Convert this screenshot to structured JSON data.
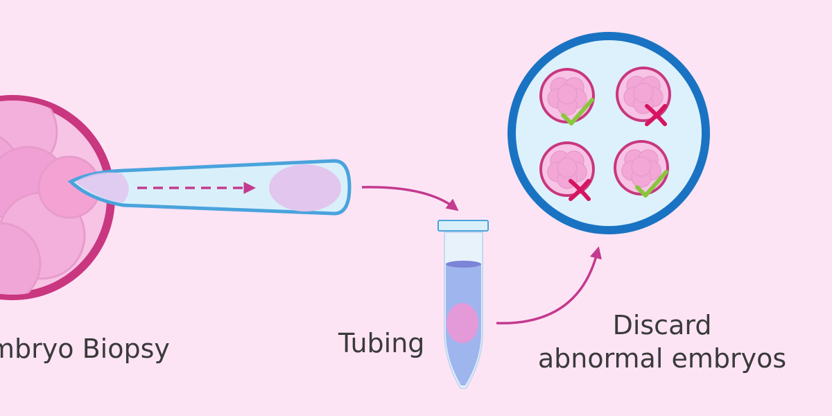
{
  "labels": {
    "biopsy": "Embryo Biopsy",
    "tubing": "Tubing",
    "discard_line1": "Discard",
    "discard_line2": "abnormal embryos"
  },
  "embryo_results": [
    {
      "position": "top-left",
      "result": "normal",
      "mark": "check-icon"
    },
    {
      "position": "top-right",
      "result": "abnormal",
      "mark": "cross-icon"
    },
    {
      "position": "bottom-left",
      "result": "abnormal",
      "mark": "cross-icon"
    },
    {
      "position": "bottom-right",
      "result": "normal",
      "mark": "check-icon"
    }
  ],
  "colors": {
    "background": "#fde4f5",
    "embryo_ring": "#c8377f",
    "cell_pink": "#f2a7d6",
    "pipette_outline": "#4aa3dc",
    "pipette_fill": "#d9f0fb",
    "arrow": "#c33a8e",
    "dish_ring": "#1a73c2",
    "dish_fill": "#ddf1fc",
    "tube_liquid": "#9fb5ee",
    "check": "#8bc53f",
    "cross": "#d6145f"
  }
}
